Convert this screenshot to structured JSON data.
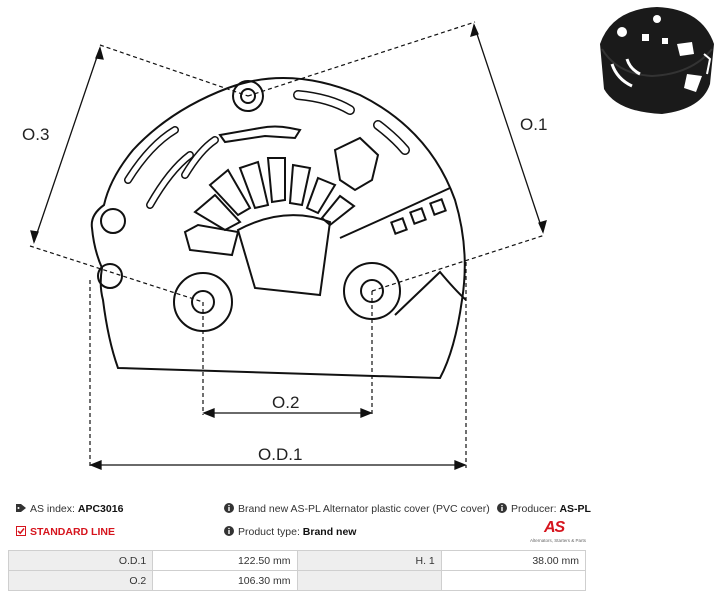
{
  "dimensions": {
    "od1": "O.D.1",
    "o1": "O.1",
    "o2": "O.2",
    "o3": "O.3"
  },
  "info": {
    "index_label": "AS index:",
    "index_value": "APC3016",
    "line_label": "STANDARD LINE",
    "description": "Brand new AS-PL Alternator plastic cover (PVC cover)",
    "product_type_label": "Product type:",
    "product_type_value": "Brand new",
    "producer_label": "Producer:",
    "producer_value": "AS-PL",
    "logo_text": "AS",
    "logo_tagline": "Alternators, Starters & Parts"
  },
  "specs": [
    {
      "label": "O.D.1",
      "value": "122.50 mm",
      "label2": "H. 1",
      "value2": "38.00 mm"
    },
    {
      "label": "O.2",
      "value": "106.30 mm",
      "label2": "",
      "value2": ""
    }
  ],
  "colors": {
    "accent": "#d6141d",
    "table_header": "#eeeeee"
  }
}
